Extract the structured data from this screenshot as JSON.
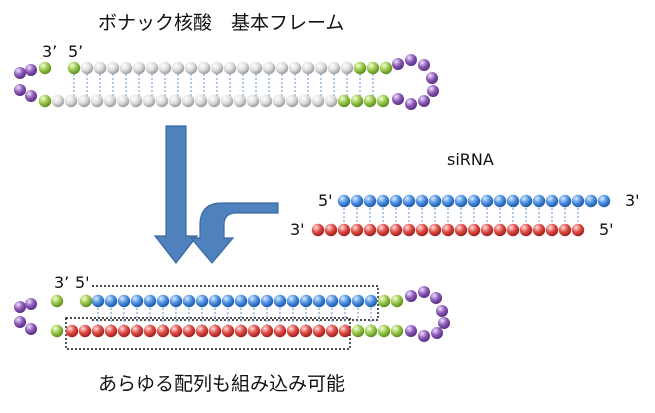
{
  "diagram": {
    "top_title": "ボナック核酸　基本フレーム",
    "bottom_caption": "あらゆる配列も組み込み可能",
    "sirna_label": "siRNA",
    "labels": {
      "top_3prime": "3’",
      "top_5prime": "5’",
      "sirna_5prime_top": "5'",
      "sirna_3prime_top": "3'",
      "sirna_3prime_bottom": "3'",
      "sirna_5prime_bottom": "5'",
      "bottom_3prime": "3’",
      "bottom_5prime": "5'"
    },
    "colors": {
      "green": "#8fbc3f",
      "gray": "#d7d7d7",
      "purple": "#7b4ba3",
      "blue": "#3f7fd1",
      "red": "#d23b36",
      "arrow": "#4f81bd",
      "connector": "#7ea7da"
    }
  }
}
